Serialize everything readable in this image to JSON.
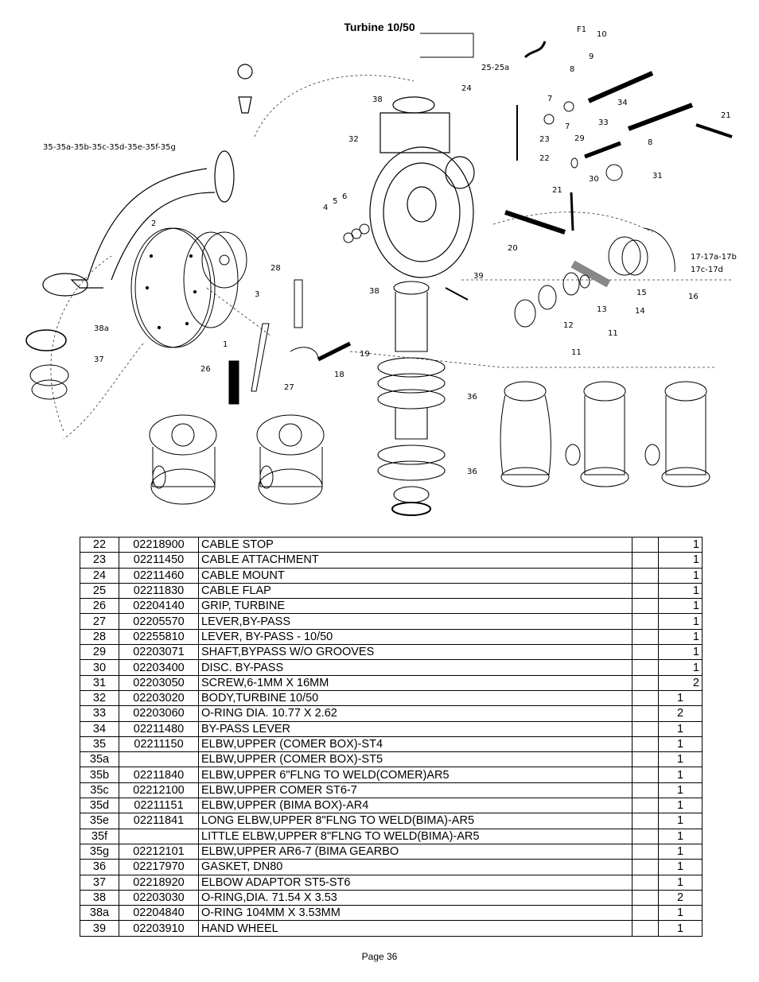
{
  "page": {
    "title": "Turbine 10/50",
    "footer": "Page 36"
  },
  "diagram": {
    "labels": [
      "F1",
      "10",
      "9",
      "8",
      "25-25a",
      "24",
      "7",
      "7",
      "34",
      "33",
      "8",
      "21",
      "38",
      "32",
      "23",
      "22",
      "29",
      "30",
      "31",
      "35-35a-35b-35c-35d-35e-35f-35g",
      "5",
      "6",
      "4",
      "2",
      "21",
      "20",
      "3",
      "1",
      "28",
      "38",
      "39",
      "17-17a-17b",
      "17c-17d",
      "15",
      "16",
      "14",
      "13",
      "12",
      "11",
      "11",
      "38a",
      "37",
      "26",
      "27",
      "18",
      "19",
      "36",
      "36"
    ]
  },
  "parts_table": {
    "rows": [
      {
        "item": "22",
        "part": "02218900",
        "desc": "CABLE STOP",
        "q1": "",
        "q2": "1"
      },
      {
        "item": "23",
        "part": "02211450",
        "desc": "CABLE ATTACHMENT",
        "q1": "",
        "q2": "1"
      },
      {
        "item": "24",
        "part": "02211460",
        "desc": "CABLE MOUNT",
        "q1": "",
        "q2": "1"
      },
      {
        "item": "25",
        "part": "02211830",
        "desc": "CABLE FLAP",
        "q1": "",
        "q2": "1"
      },
      {
        "item": "26",
        "part": "02204140",
        "desc": "GRIP, TURBINE",
        "q1": "",
        "q2": "1"
      },
      {
        "item": "27",
        "part": "02205570",
        "desc": "LEVER,BY-PASS",
        "q1": "",
        "q2": "1"
      },
      {
        "item": "28",
        "part": "02255810",
        "desc": "LEVER, BY-PASS - 10/50",
        "q1": "",
        "q2": "1"
      },
      {
        "item": "29",
        "part": "02203071",
        "desc": "SHAFT,BYPASS W/O GROOVES",
        "q1": "",
        "q2": "1"
      },
      {
        "item": "30",
        "part": "02203400",
        "desc": "DISC. BY-PASS",
        "q1": "",
        "q2": "1"
      },
      {
        "item": "31",
        "part": "02203050",
        "desc": "SCREW,6-1MM X 16MM",
        "q1": "",
        "q2": "2"
      },
      {
        "item": "32",
        "part": "02203020",
        "desc": "BODY,TURBINE 10/50",
        "q1": "",
        "q2": "1"
      },
      {
        "item": "33",
        "part": "02203060",
        "desc": "O-RING DIA. 10.77 X 2.62",
        "q1": "",
        "q2": "2"
      },
      {
        "item": "34",
        "part": "02211480",
        "desc": "BY-PASS LEVER",
        "q1": "",
        "q2": "1"
      },
      {
        "item": "35",
        "part": "02211150",
        "desc": "ELBW,UPPER (COMER BOX)-ST4",
        "q1": "",
        "q2": "1"
      },
      {
        "item": "35a",
        "part": "",
        "desc": "ELBW,UPPER (COMER BOX)-ST5",
        "q1": "",
        "q2": "1"
      },
      {
        "item": "35b",
        "part": "02211840",
        "desc": "ELBW,UPPER 6\"FLNG TO WELD(COMER)AR5",
        "q1": "",
        "q2": "1"
      },
      {
        "item": "35c",
        "part": "02212100",
        "desc": "ELBW,UPPER COMER ST6-7",
        "q1": "",
        "q2": "1"
      },
      {
        "item": "35d",
        "part": "02211151",
        "desc": "ELBW,UPPER (BIMA BOX)-AR4",
        "q1": "",
        "q2": "1"
      },
      {
        "item": "35e",
        "part": "02211841",
        "desc": "LONG ELBW,UPPER 8\"FLNG TO WELD(BIMA)-AR5",
        "q1": "",
        "q2": "1"
      },
      {
        "item": "35f",
        "part": "",
        "desc": "LITTLE ELBW,UPPER 8\"FLNG TO WELD(BIMA)-AR5",
        "q1": "",
        "q2": "1"
      },
      {
        "item": "35g",
        "part": "02212101",
        "desc": "ELBW,UPPER AR6-7 (BIMA GEARBO",
        "q1": "",
        "q2": "1"
      },
      {
        "item": "36",
        "part": "02217970",
        "desc": "GASKET, DN80",
        "q1": "",
        "q2": "1"
      },
      {
        "item": "37",
        "part": "02218920",
        "desc": "ELBOW ADAPTOR ST5-ST6",
        "q1": "",
        "q2": "1"
      },
      {
        "item": "38",
        "part": "02203030",
        "desc": "O-RING,DIA. 71.54 X 3.53",
        "q1": "",
        "q2": "2"
      },
      {
        "item": "38a",
        "part": "02204840",
        "desc": "O-RING 104MM X 3.53MM",
        "q1": "",
        "q2": "1"
      },
      {
        "item": "39",
        "part": "02203910",
        "desc": "HAND WHEEL",
        "q1": "",
        "q2": "1"
      }
    ]
  }
}
